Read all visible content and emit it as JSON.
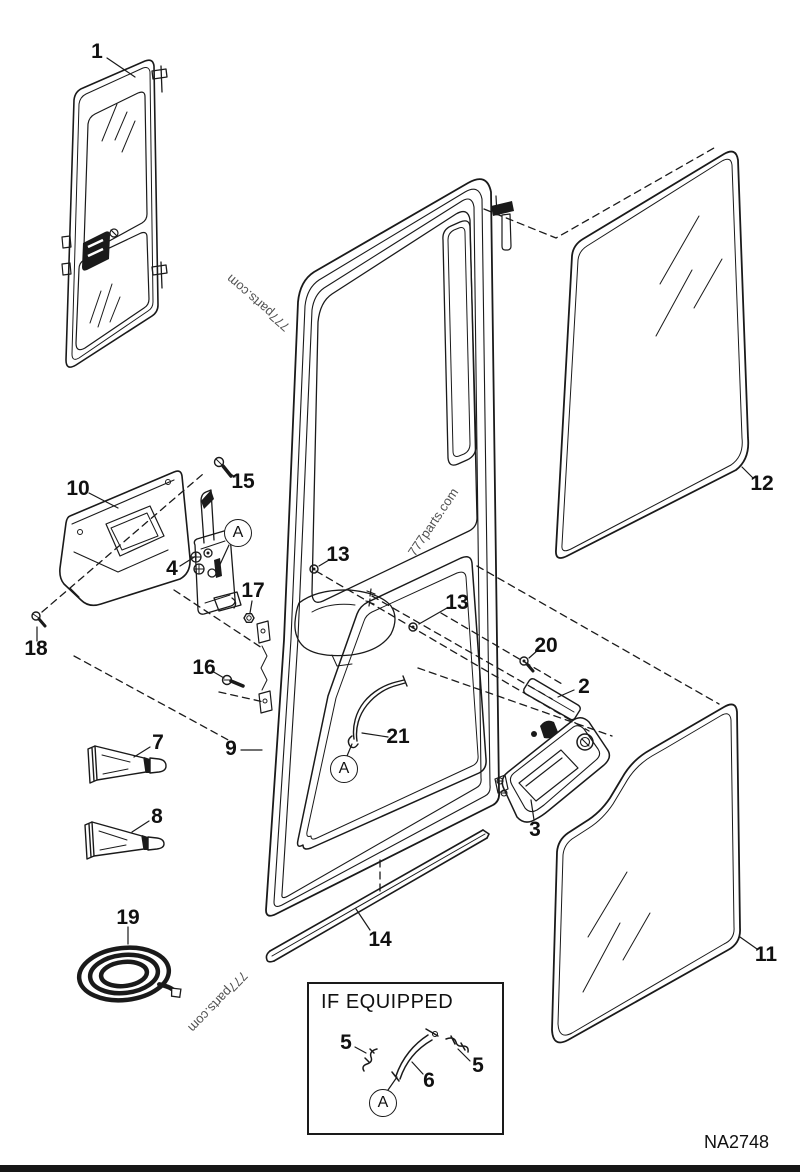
{
  "figure": {
    "code": "NA2748",
    "if_equipped_label": "IF EQUIPPED",
    "detail_marker": "A",
    "watermark": "777parts.com"
  },
  "callouts": {
    "1": "1",
    "2": "2",
    "3": "3",
    "4": "4",
    "5": "5",
    "6": "6",
    "7": "7",
    "8": "8",
    "9": "9",
    "10": "10",
    "11": "11",
    "12": "12",
    "13": "13",
    "14": "14",
    "15": "15",
    "16": "16",
    "17": "17",
    "18": "18",
    "19": "19",
    "20": "20",
    "21": "21"
  },
  "colors": {
    "background": "#ffffff",
    "line": "#1a1a1a",
    "label": "#111111",
    "watermark": "#333333",
    "bottom_bar": "#161616"
  }
}
